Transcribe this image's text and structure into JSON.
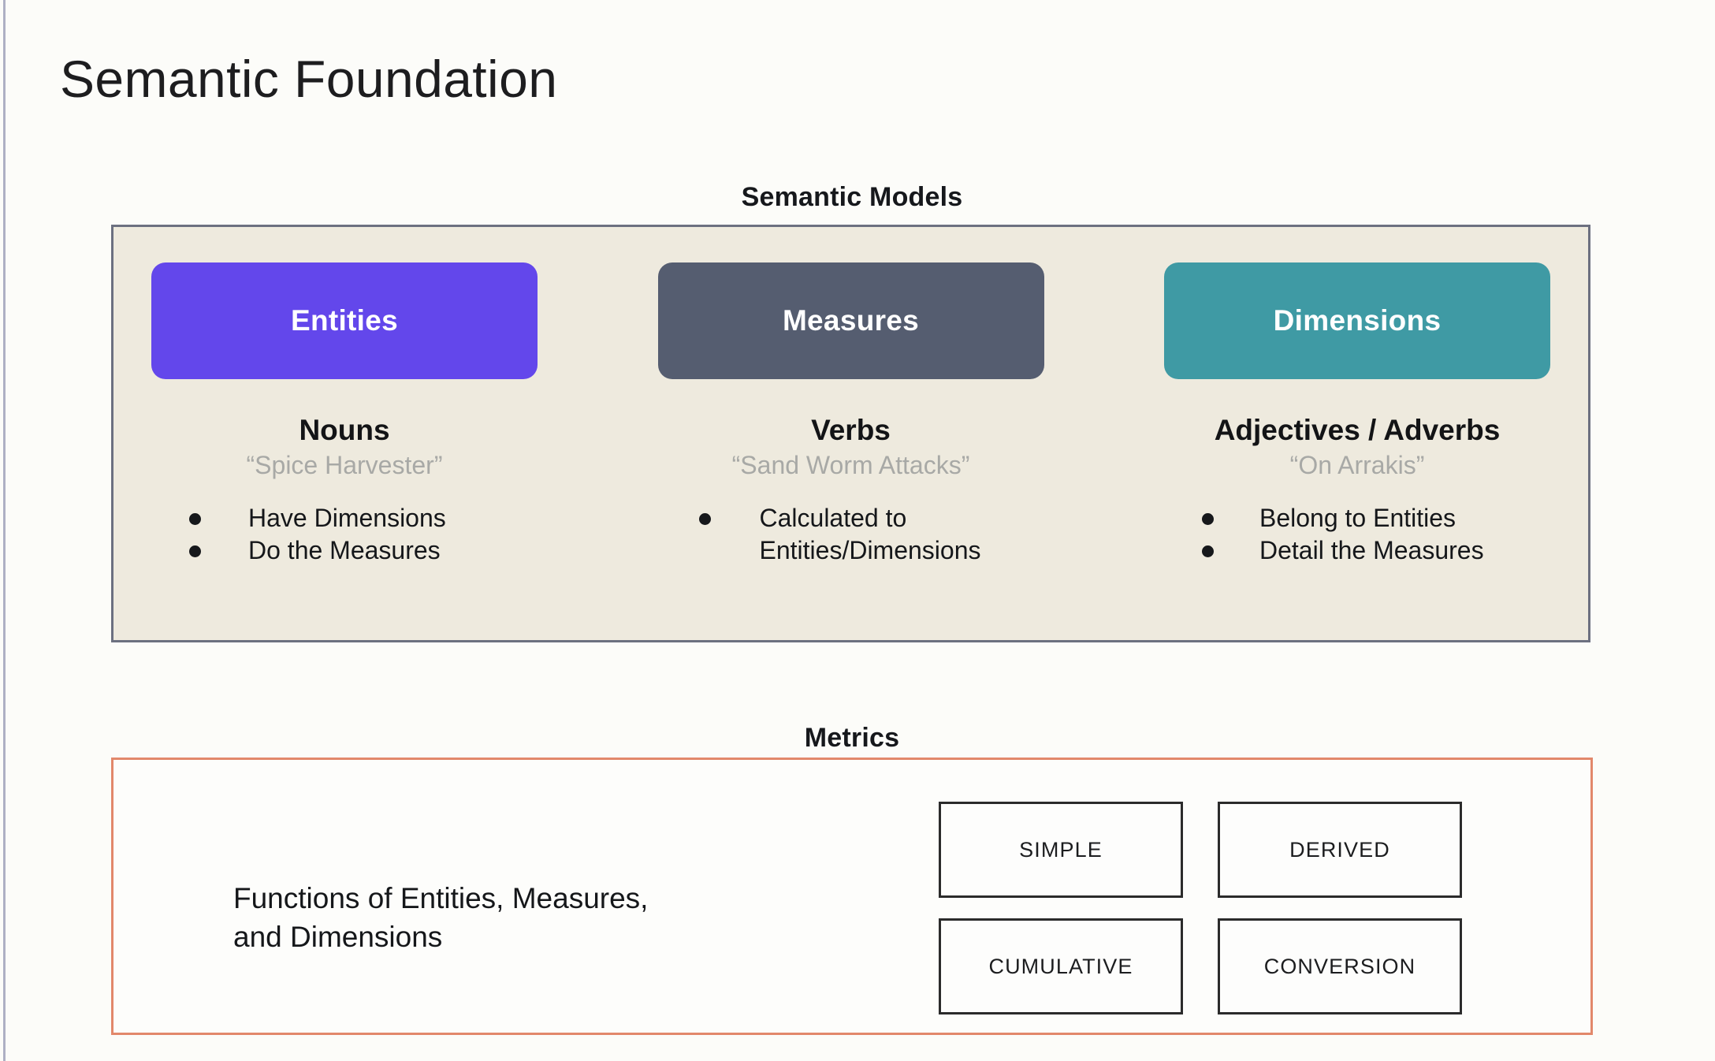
{
  "page": {
    "title": "Semantic Foundation",
    "background_color": "#fcfcf9",
    "edge_rule_color": "#aeb0c4"
  },
  "semantic_models": {
    "heading": "Semantic Models",
    "box_fill": "#eeeade",
    "box_border": "#6c7080",
    "columns": [
      {
        "pill_label": "Entities",
        "pill_color": "#6347eb",
        "part_of_speech": "Nouns",
        "example": "“Spice Harvester”",
        "bullets": [
          "Have Dimensions",
          "Do the Measures"
        ]
      },
      {
        "pill_label": "Measures",
        "pill_color": "#555d70",
        "part_of_speech": "Verbs",
        "example": "“Sand Worm Attacks”",
        "bullets": [
          "Calculated to\nEntities/Dimensions"
        ]
      },
      {
        "pill_label": "Dimensions",
        "pill_color": "#3f9aa4",
        "part_of_speech": "Adjectives / Adverbs",
        "example": "“On Arrakis”",
        "bullets": [
          "Belong to Entities",
          "Detail the Measures"
        ]
      }
    ]
  },
  "metrics": {
    "heading": "Metrics",
    "box_border": "#e2886b",
    "description": "Functions of Entities, Measures,\nand Dimensions",
    "types": [
      "SIMPLE",
      "DERIVED",
      "CUMULATIVE",
      "CONVERSION"
    ]
  }
}
